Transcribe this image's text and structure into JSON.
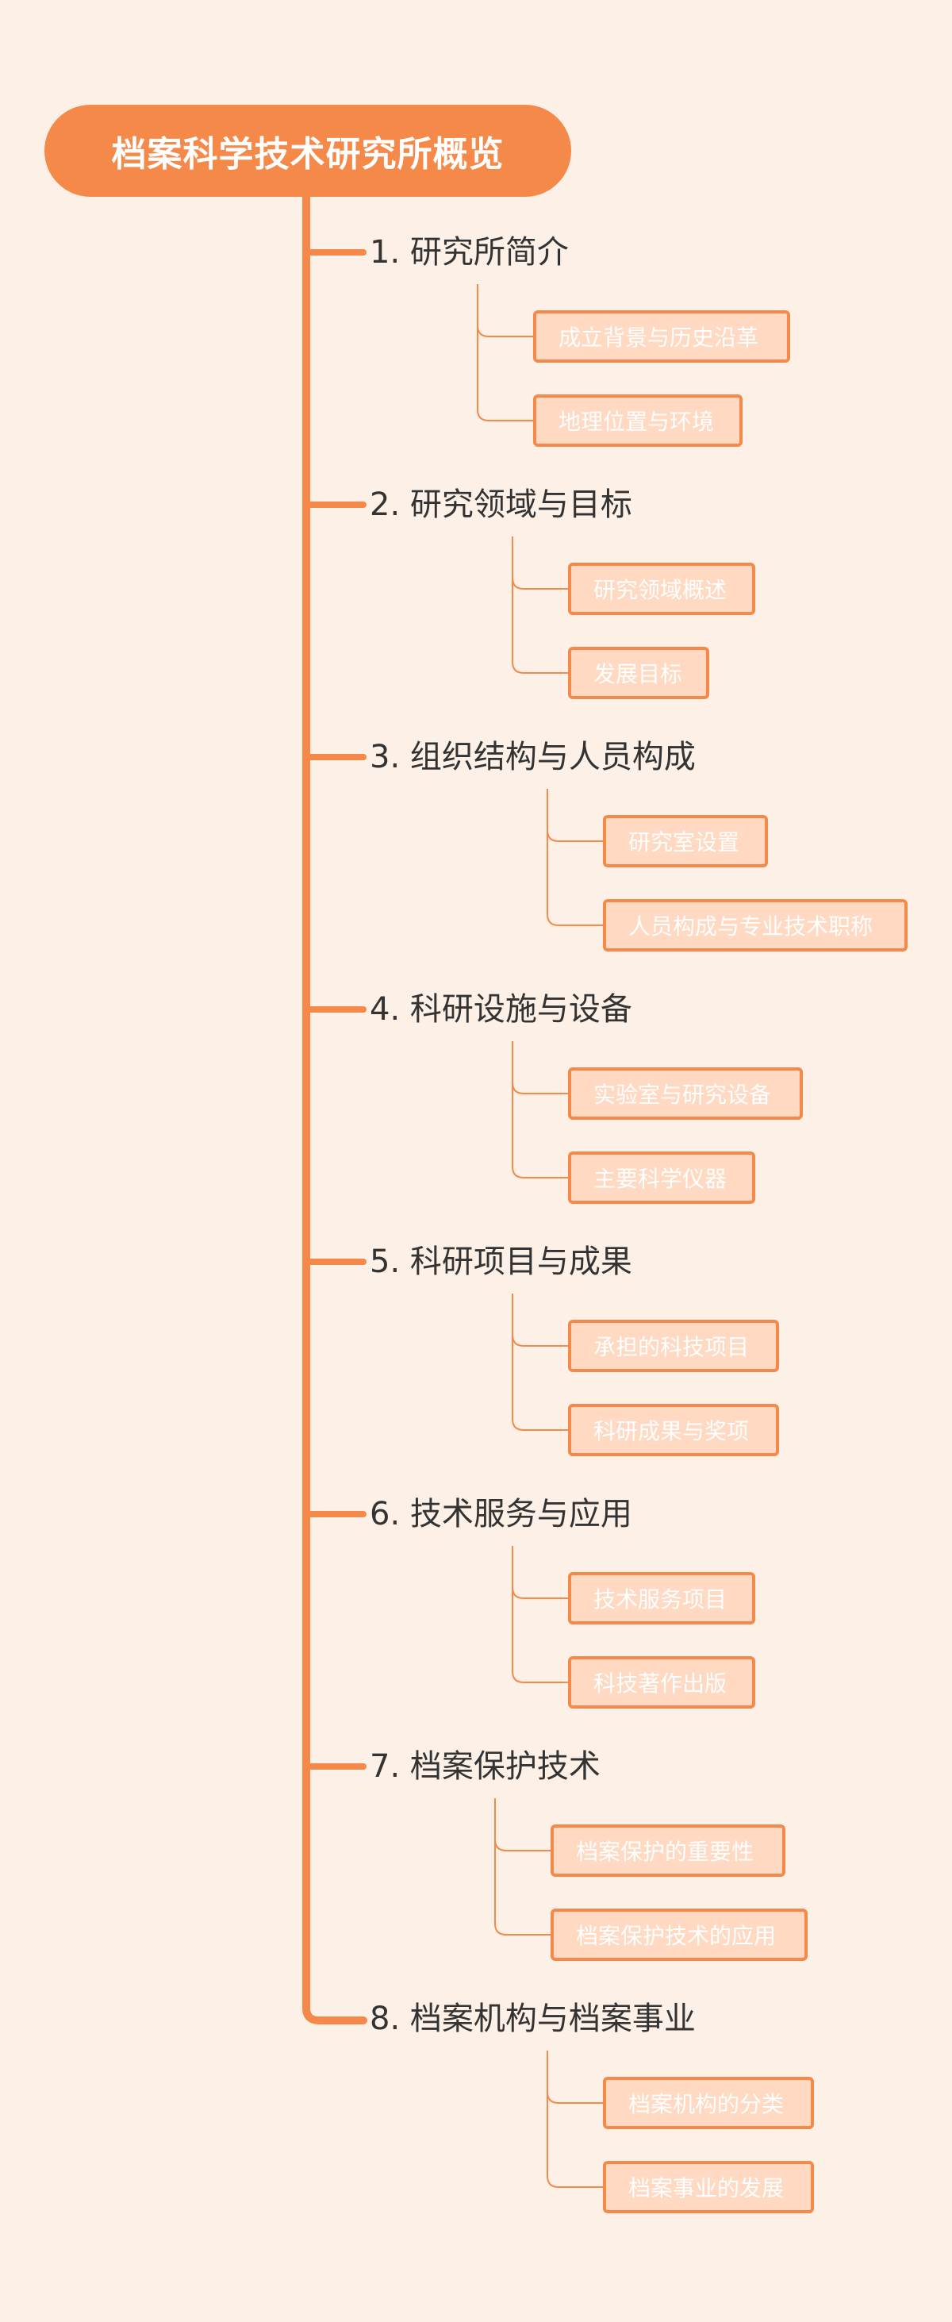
{
  "colors": {
    "background": "#fdf0e6",
    "accent": "#f5894a",
    "child_fill": "#ffd9c2",
    "section_text": "#333333",
    "child_text": "#ffffff"
  },
  "root": {
    "label": "档案科学技术研究所概览"
  },
  "sections": [
    {
      "label": "1. 研究所简介",
      "children": [
        "成立背景与历史沿革",
        "地理位置与环境"
      ]
    },
    {
      "label": "2. 研究领域与目标",
      "children": [
        "研究领域概述",
        "发展目标"
      ]
    },
    {
      "label": "3. 组织结构与人员构成",
      "children": [
        "研究室设置",
        "人员构成与专业技术职称"
      ]
    },
    {
      "label": "4. 科研设施与设备",
      "children": [
        "实验室与研究设备",
        "主要科学仪器"
      ]
    },
    {
      "label": "5. 科研项目与成果",
      "children": [
        "承担的科技项目",
        "科研成果与奖项"
      ]
    },
    {
      "label": "6. 技术服务与应用",
      "children": [
        "技术服务项目",
        "科技著作出版"
      ]
    },
    {
      "label": "7. 档案保护技术",
      "children": [
        "档案保护的重要性",
        "档案保护技术的应用"
      ]
    },
    {
      "label": "8. 档案机构与档案事业",
      "children": [
        "档案机构的分类",
        "档案事业的发展"
      ]
    }
  ]
}
